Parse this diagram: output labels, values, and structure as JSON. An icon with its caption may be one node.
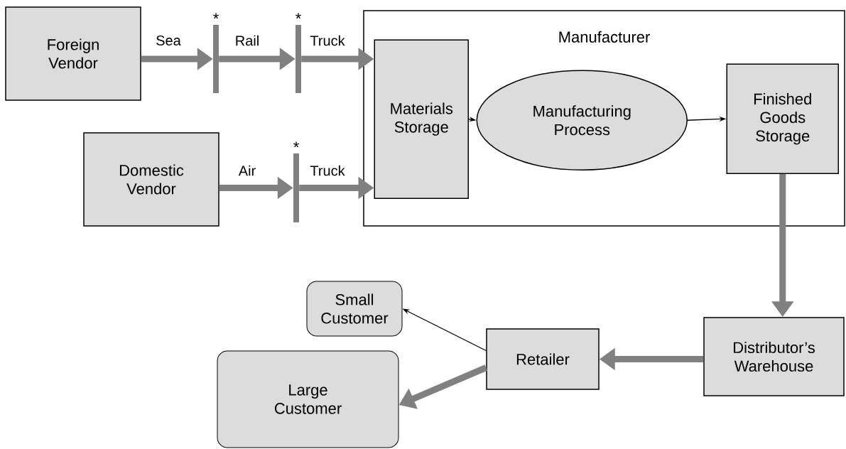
{
  "diagram": {
    "nodes": [
      {
        "text": [
          "Manufacturer"
        ]
      },
      {
        "text": [
          "Foreign Vendor"
        ]
      },
      {
        "text": [
          "Domestic Vendor"
        ]
      },
      {
        "text": [
          "Materials Storage"
        ],
        "in": 0
      },
      {
        "text": [
          "Manufacturing Process"
        ],
        "in": 0
      },
      {
        "text": [
          "Finished Goods Storage"
        ],
        "in": 0
      },
      {
        "text": [],
        "shape": "bar",
        "beside": [
          "*"
        ]
      },
      {
        "text": [],
        "shape": "bar",
        "beside": [
          "*"
        ]
      },
      {
        "text": [],
        "shape": "bar",
        "beside": [
          "*"
        ]
      },
      {
        "text": [
          "Distributor’s Warehouse"
        ]
      },
      {
        "text": [
          "Retailer"
        ]
      },
      {
        "text": [
          "Small Customer"
        ]
      },
      {
        "text": [
          "Large Customer"
        ]
      }
    ],
    "edges": [
      {
        "from": 1,
        "to": 6,
        "arrow": "to",
        "label": "Sea"
      },
      {
        "from": 6,
        "to": 7,
        "arrow": "to",
        "label": "Rail"
      },
      {
        "from": 7,
        "to": 3,
        "arrow": "to",
        "label": "Truck"
      },
      {
        "from": 2,
        "to": 8,
        "arrow": "to",
        "label": "Air"
      },
      {
        "from": 8,
        "to": 3,
        "arrow": "to",
        "label": "Truck"
      },
      {
        "from": 3,
        "to": 4,
        "arrow": "to",
        "color": "#000000"
      },
      {
        "from": 4,
        "to": 5,
        "arrow": "to",
        "color": "#000000"
      },
      {
        "from": 5,
        "to": 9,
        "arrow": "to"
      },
      {
        "from": 9,
        "to": 10,
        "arrow": "to"
      },
      {
        "from": 10,
        "to": 11,
        "arrow": "to",
        "color": "#000000"
      },
      {
        "from": 10,
        "to": 12,
        "arrow": "to"
      }
    ]
  }
}
